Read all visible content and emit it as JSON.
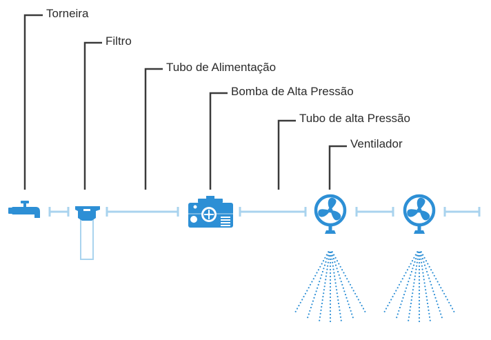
{
  "colors": {
    "accent": "#2d8fd5",
    "pipe_light": "#a9d3ee",
    "leader": "#3a3a3a",
    "text": "#2b2b2b"
  },
  "labels": {
    "torneira": "Torneira",
    "filtro": "Filtro",
    "tubo_alimentacao": "Tubo de Alimentação",
    "bomba": "Bomba de Alta Pressão",
    "tubo_alta": "Tubo de alta Pressão",
    "ventilador": "Ventilador"
  },
  "icons": {
    "faucet": "faucet-icon",
    "filter": "water-filter-icon",
    "pump": "high-pressure-pump-icon",
    "fan": "fan-icon",
    "mist": "water-mist-icon"
  }
}
